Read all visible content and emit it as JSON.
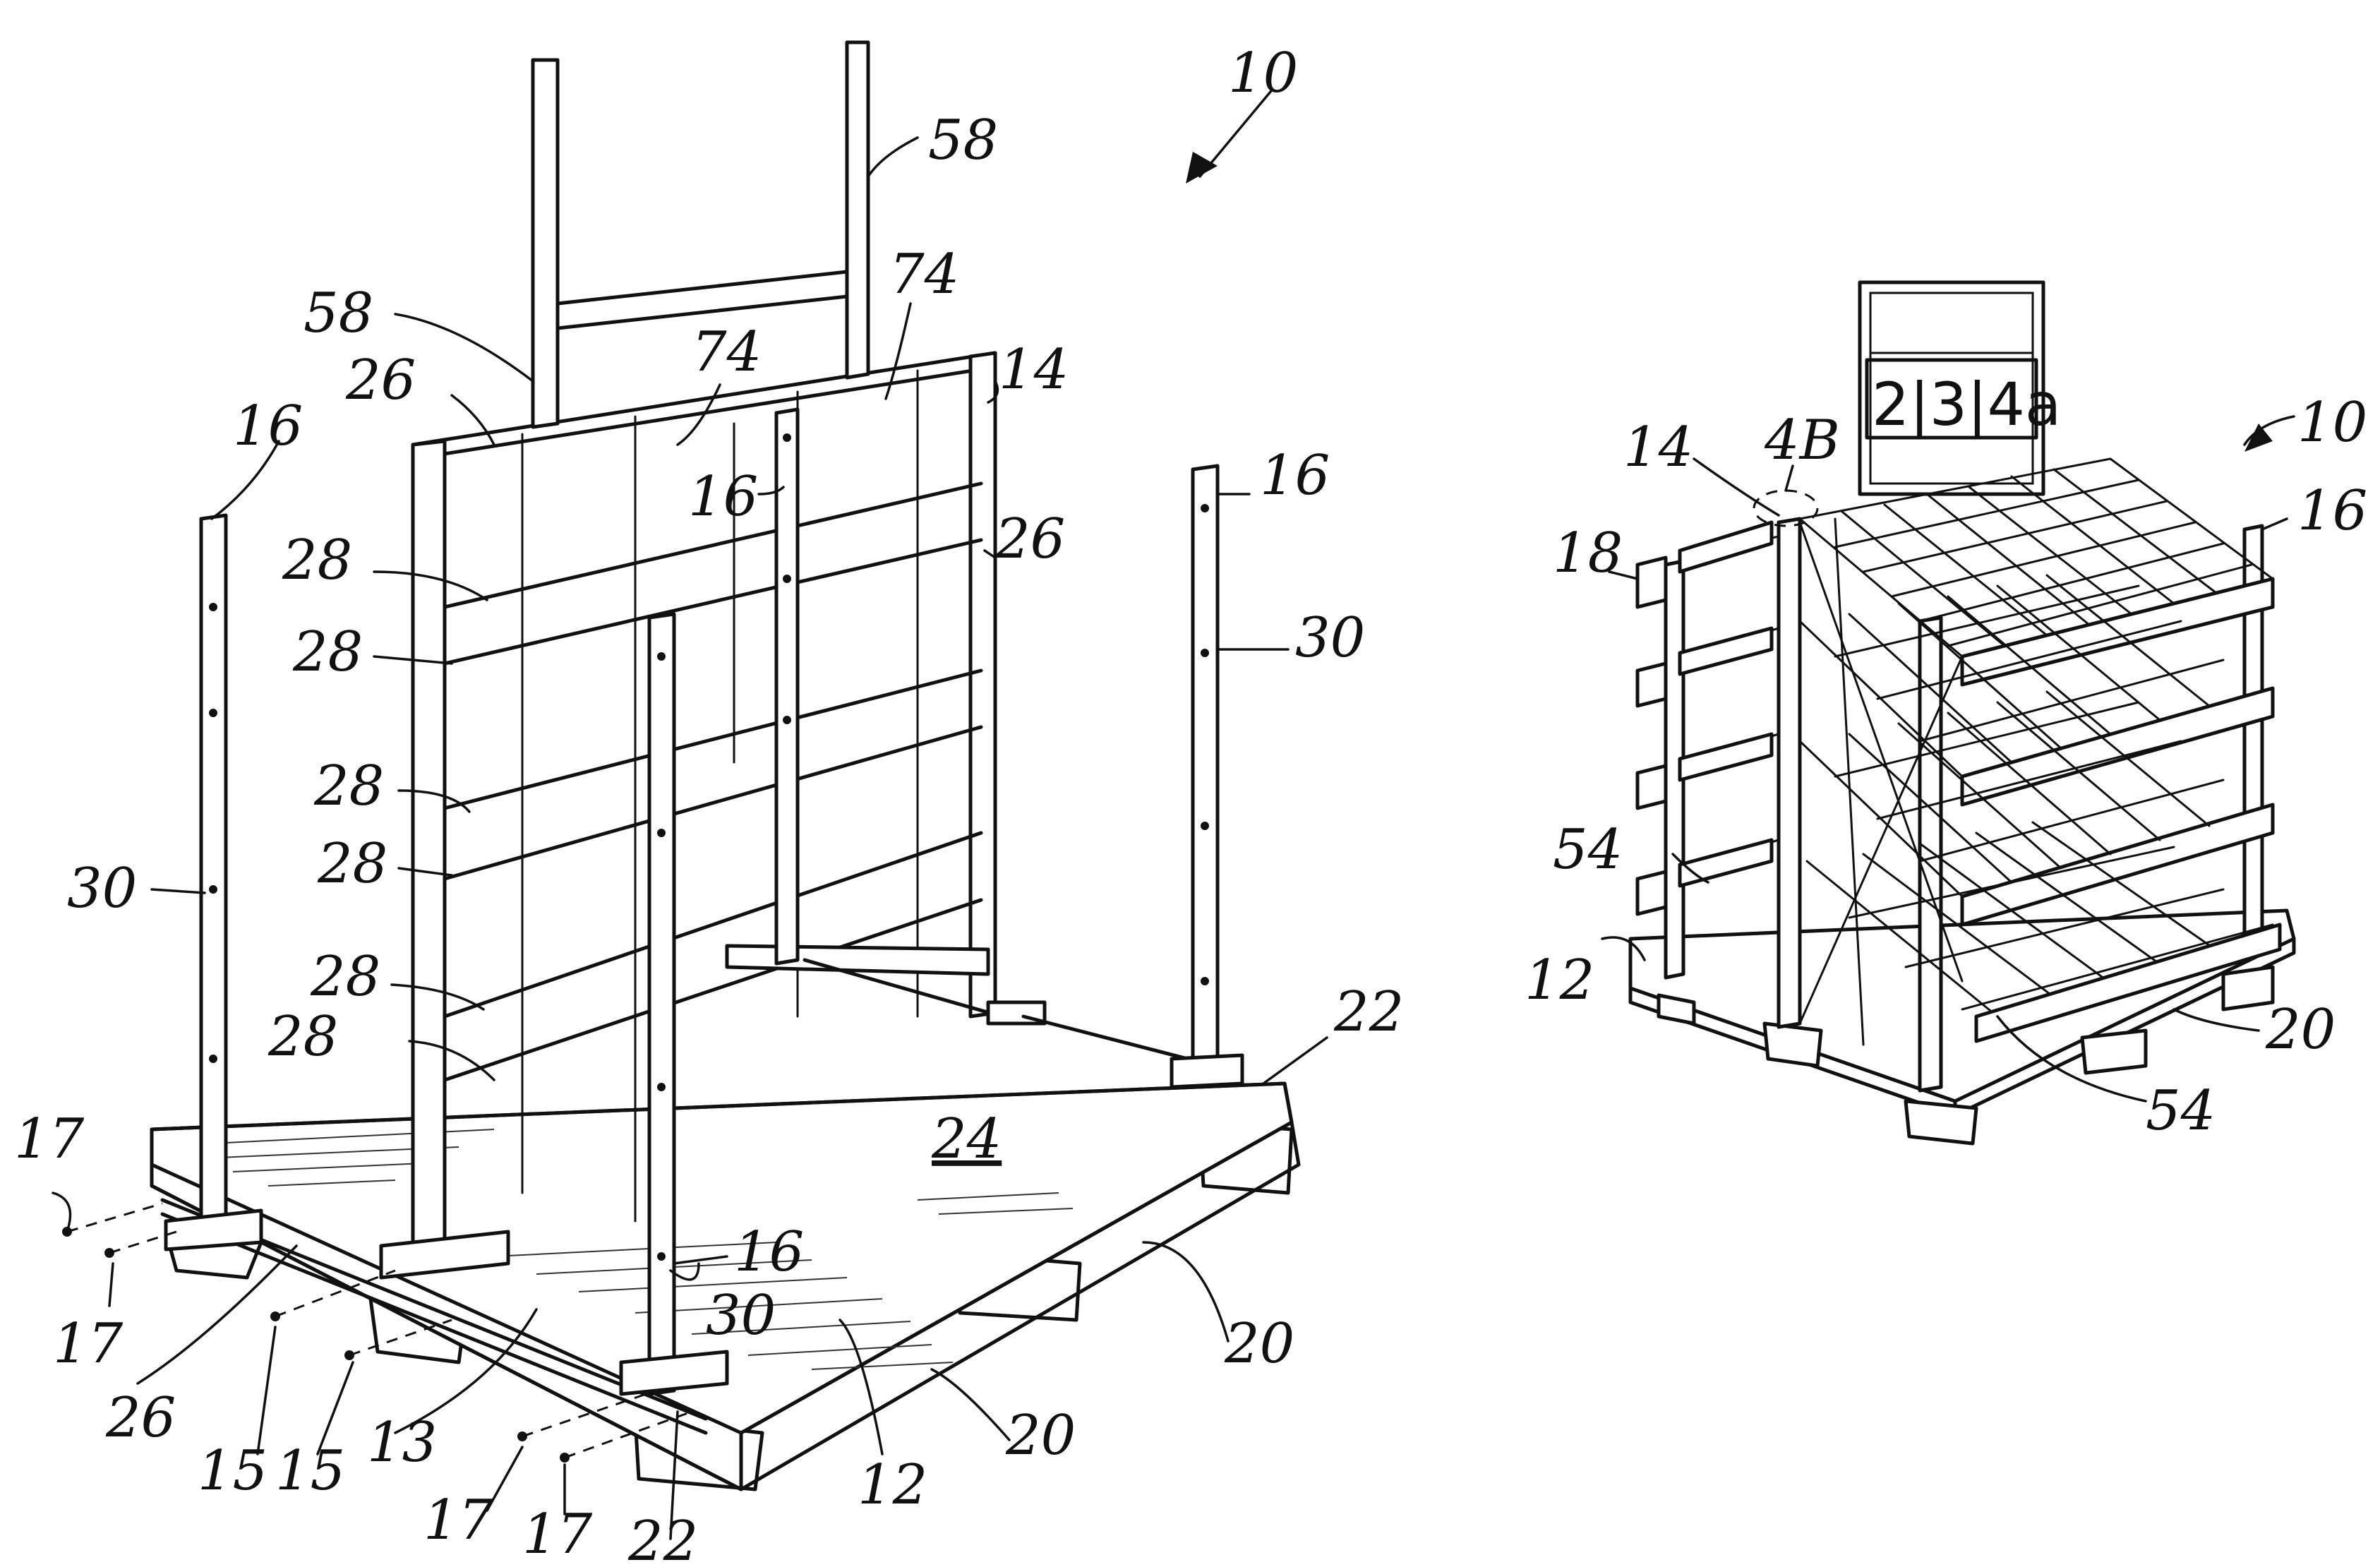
{
  "figure": {
    "left": {
      "labels": {
        "r10": "10",
        "r58a": "58",
        "r58b": "58",
        "r74a": "74",
        "r74b": "74",
        "r26a": "26",
        "r14": "14",
        "r16a": "16",
        "r16b": "16",
        "r16c": "16",
        "r16d": "16",
        "r26b": "26",
        "r28a": "28",
        "r28b": "28",
        "r28c": "28",
        "r28d": "28",
        "r28e": "28",
        "r28f": "28",
        "r30a": "30",
        "r30b": "30",
        "r30c": "30",
        "r22a": "22",
        "r22b": "22",
        "r24": "24",
        "r17a": "17",
        "r17b": "17",
        "r17c": "17",
        "r17d": "17",
        "r26c": "26",
        "r15a": "15",
        "r15b": "15",
        "r13": "13",
        "r12": "12",
        "r20a": "20",
        "r20b": "20"
      }
    },
    "right": {
      "sign_text": "2|3|4a",
      "labels": {
        "r10": "10",
        "r4b": "4B",
        "r14": "14",
        "r16": "16",
        "r18": "18",
        "r54a": "54",
        "r54b": "54",
        "r12": "12",
        "r20": "20"
      }
    }
  }
}
